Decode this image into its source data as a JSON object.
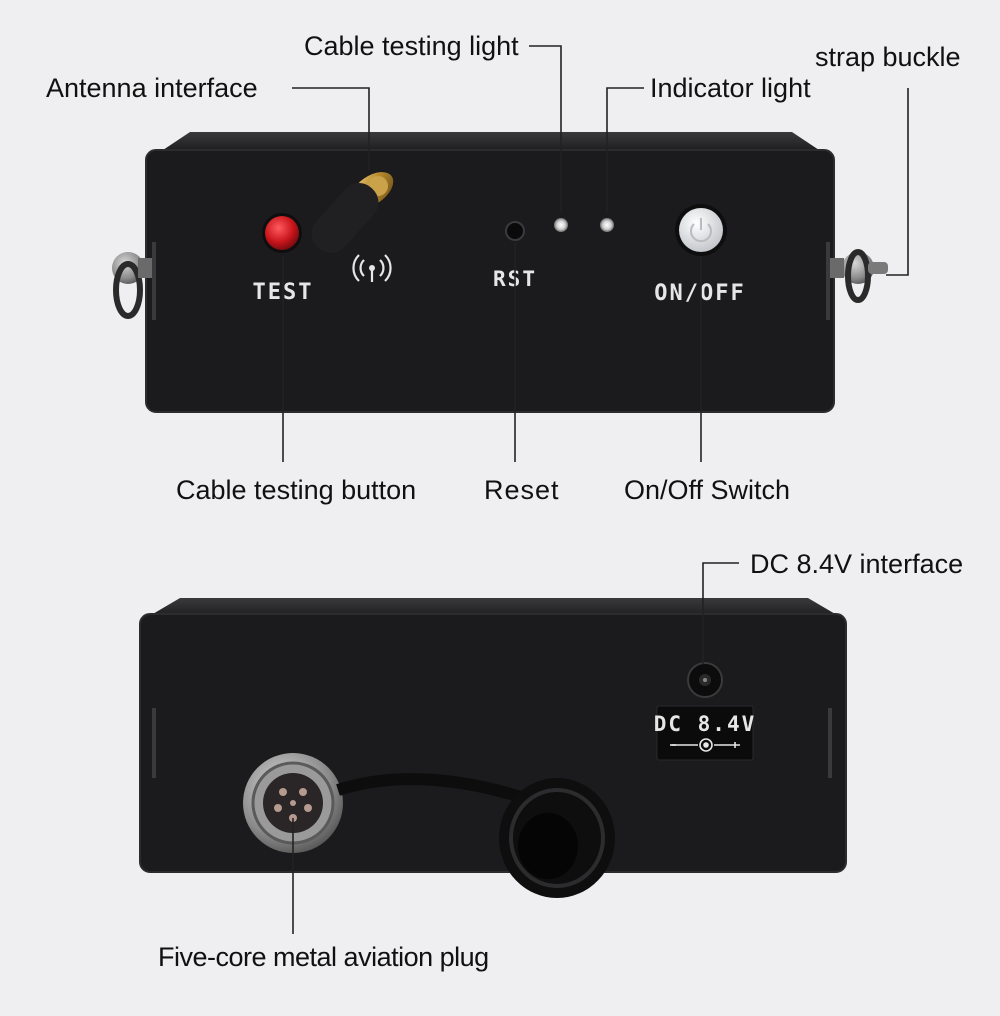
{
  "front_panel": {
    "panel_labels": {
      "test": "TEST",
      "rst": "RST",
      "on_off": "ON/OFF"
    },
    "callouts": {
      "cable_testing_light": "Cable testing light",
      "antenna_interface": "Antenna interface",
      "indicator_light": "Indicator light",
      "strap_buckle": "strap buckle",
      "cable_testing_button": "Cable testing button",
      "reset": "Reset",
      "on_off_switch": "On/Off Switch"
    }
  },
  "rear_panel": {
    "panel_labels": {
      "dc_label": "DC 8.4V"
    },
    "callouts": {
      "dc_interface": "DC 8.4V interface",
      "aviation_plug": "Five-core metal aviation plug"
    }
  },
  "icons": {
    "wireless": "wireless-signal-icon",
    "power": "power-icon",
    "dc_polarity": "dc-polarity-icon"
  },
  "colors": {
    "background": "#efeff1",
    "device_body": "#1b1b1d",
    "test_button": "#c8151b",
    "panel_text": "#e6e6e6",
    "leader_line": "#222222"
  }
}
